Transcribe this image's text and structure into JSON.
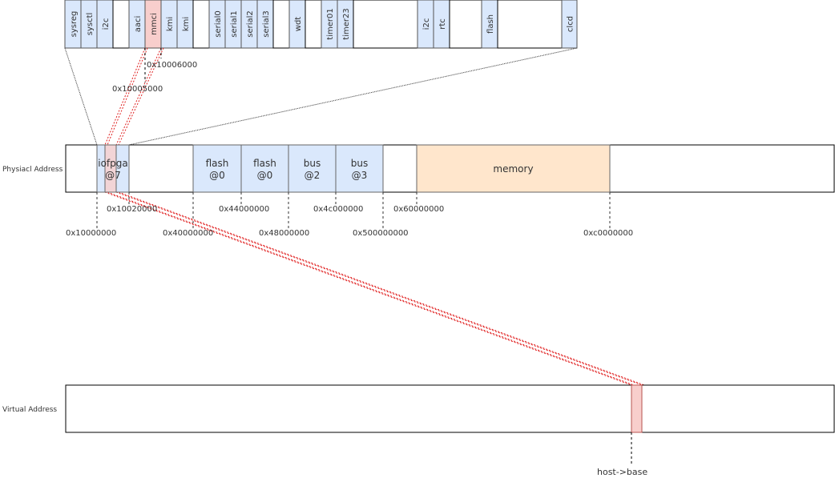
{
  "colors": {
    "blue": "#dae8fc",
    "pink": "#f8cecc",
    "orange": "#ffe6cc",
    "red_line": "#e02020"
  },
  "top_bar": {
    "cells": [
      {
        "label": "sysreg",
        "fill": "blue"
      },
      {
        "label": "sysctl",
        "fill": "blue"
      },
      {
        "label": "i2c",
        "fill": "blue"
      },
      {
        "label": "",
        "fill": "none"
      },
      {
        "label": "aaci",
        "fill": "blue"
      },
      {
        "label": "mmci",
        "fill": "pink"
      },
      {
        "label": "kmi",
        "fill": "blue"
      },
      {
        "label": "kmi",
        "fill": "blue"
      },
      {
        "label": "",
        "fill": "none"
      },
      {
        "label": "serial0",
        "fill": "blue"
      },
      {
        "label": "serial1",
        "fill": "blue"
      },
      {
        "label": "serial2",
        "fill": "blue"
      },
      {
        "label": "serial3",
        "fill": "blue"
      },
      {
        "label": "",
        "fill": "none"
      },
      {
        "label": "wdt",
        "fill": "blue"
      },
      {
        "label": "",
        "fill": "none"
      },
      {
        "label": "timer01",
        "fill": "blue"
      },
      {
        "label": "timer23",
        "fill": "blue"
      },
      {
        "label": "",
        "fill": "none"
      },
      {
        "label": "i2c",
        "fill": "blue"
      },
      {
        "label": "rtc",
        "fill": "blue"
      },
      {
        "label": "",
        "fill": "none"
      },
      {
        "label": "flash",
        "fill": "blue"
      },
      {
        "label": "",
        "fill": "none"
      },
      {
        "label": "clcd",
        "fill": "blue"
      }
    ],
    "addr_mmci_start": "0x10005000",
    "addr_mmci_end": "0x10006000"
  },
  "physical": {
    "label": "Physiacl Address",
    "regions": [
      {
        "line1": "iofpga",
        "line2": "@7",
        "fill": "blue"
      },
      {
        "line1": "flash",
        "line2": "@0",
        "fill": "blue"
      },
      {
        "line1": "flash",
        "line2": "@0",
        "fill": "blue"
      },
      {
        "line1": "bus",
        "line2": "@2",
        "fill": "blue"
      },
      {
        "line1": "bus",
        "line2": "@3",
        "fill": "blue"
      },
      {
        "line1": "memory",
        "line2": "",
        "fill": "orange"
      }
    ],
    "addresses": [
      "0x10000000",
      "0x10020000",
      "0x40000000",
      "0x44000000",
      "0x48000000",
      "0x4c000000",
      "0x500000000",
      "0x60000000",
      "0xc0000000"
    ]
  },
  "virtual": {
    "label": "Virtual Address",
    "marker": "host->base"
  }
}
